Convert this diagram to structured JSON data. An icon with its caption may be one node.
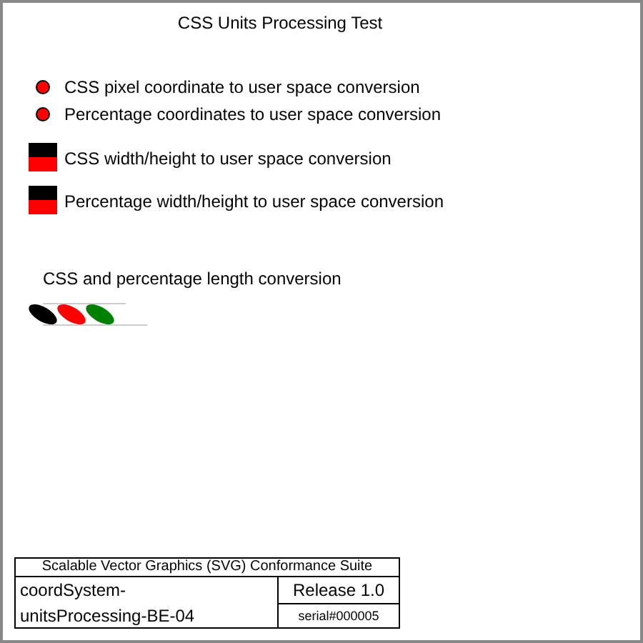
{
  "diagram": {
    "title": "CSS Units Processing Test",
    "labels": [
      "CSS pixel coordinate to user space conversion",
      "Percentage coordinates to user space conversion",
      "CSS width/height to user space conversion",
      "Percentage width/height to user space conversion",
      "CSS and percentage length conversion",
      "Scalable Vector Graphics (SVG) Conformance Suite",
      "coordSystem- unitsProcessing-BE-04",
      "Release 1.0",
      "serial#000005"
    ]
  }
}
